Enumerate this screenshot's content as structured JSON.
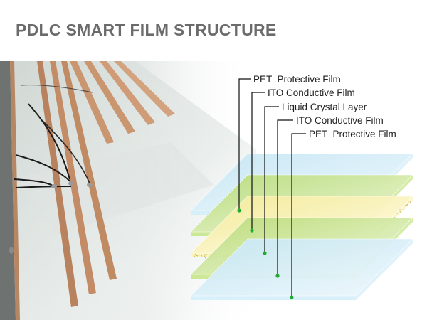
{
  "title": "PDLC SMART FILM STRUCTURE",
  "layers": [
    {
      "label": "PET  Protective Film",
      "color": "#d4eef8",
      "kind": "pet"
    },
    {
      "label": "ITO Conductive Film",
      "color": "#c8e58c",
      "kind": "ito"
    },
    {
      "label": "Liquid Crystal Layer",
      "color": "#fbf3b8",
      "kind": "lc"
    },
    {
      "label": "ITO Conductive Film",
      "color": "#c8e58c",
      "kind": "ito"
    },
    {
      "label": "PET  Protective Film",
      "color": "#d4eef8",
      "kind": "pet"
    }
  ],
  "leader_color": "#111111",
  "dot_color": "#22aa33"
}
